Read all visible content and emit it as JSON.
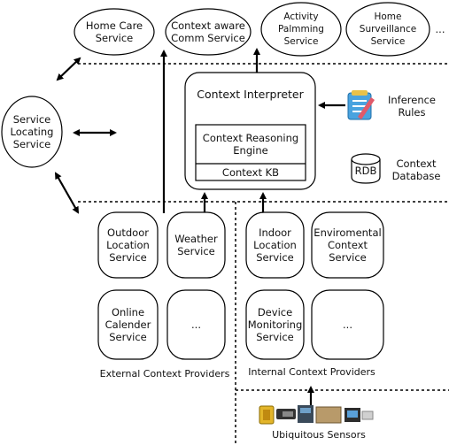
{
  "top_services": [
    {
      "label": "Home Care\nService"
    },
    {
      "label": "Context aware\nComm Service"
    },
    {
      "label": "Activity\nPalmming\nService"
    },
    {
      "label": "Home\nSurveillance\nService"
    }
  ],
  "top_ellipsis": "...",
  "service_locating": "Service\nLocating\nService",
  "context_interpreter": {
    "title": "Context Interpreter",
    "reasoning_engine": "Context Reasoning\nEngine",
    "kb": "Context KB"
  },
  "inference_rules": "Inference\nRules",
  "rdb": "RDB",
  "context_database": "Context\nDatabase",
  "external_providers": {
    "items": [
      "Outdoor\nLocation\nService",
      "Weather\nService",
      "Online\nCalender\nService",
      "..."
    ],
    "caption": "External Context Providers"
  },
  "internal_providers": {
    "items": [
      "Indoor\nLocation\nService",
      "Enviromental\nContext\nService",
      "Device\nMonitoring\nService",
      "..."
    ],
    "caption": "Internal Context Providers"
  },
  "sensors_caption": "Ubiquitous Sensors"
}
